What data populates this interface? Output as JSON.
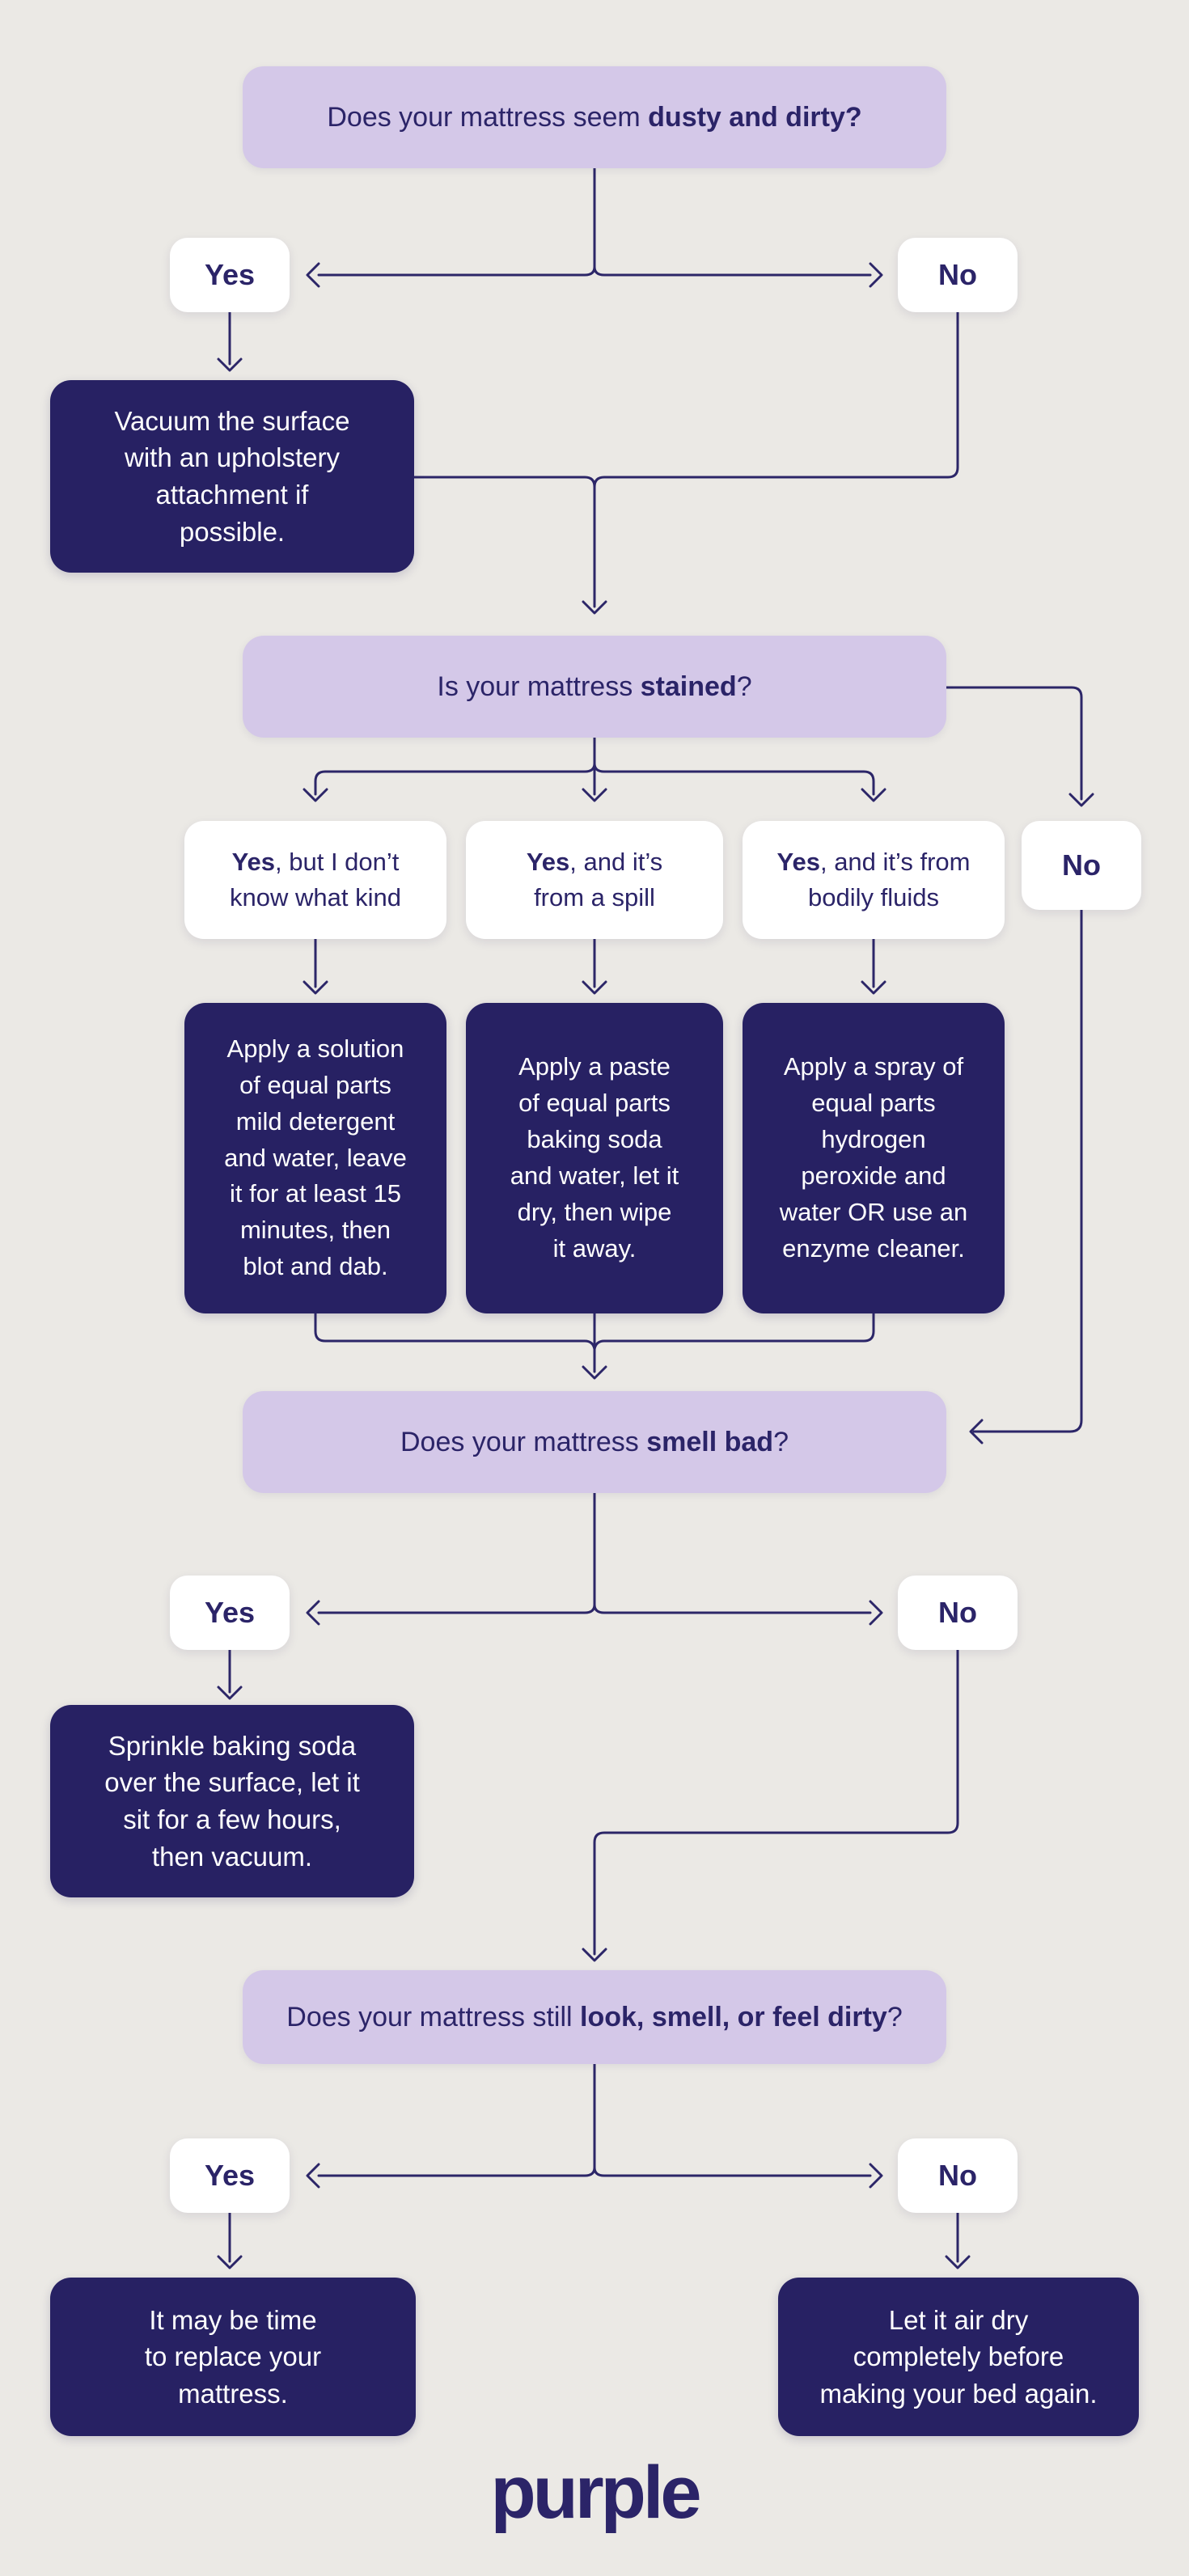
{
  "colors": {
    "background": "#ebe9e5",
    "question_fill": "#d4c8e8",
    "action_fill": "#272163",
    "option_fill": "#ffffff",
    "ink": "#2b2468",
    "action_text": "#ffffff"
  },
  "logo": "purple",
  "nodes": {
    "q_dusty": {
      "pre": "Does your mattress seem ",
      "bold": "dusty and dirty?",
      "post": ""
    },
    "yes1": "Yes",
    "no1": "No",
    "vacuum": "Vacuum the surface\nwith an upholstery\nattachment if\npossible.",
    "q_stained": {
      "pre": "Is your mattress ",
      "bold": "stained",
      "post": "?"
    },
    "opt_unknown": {
      "bold": "Yes",
      "rest": ", but I don’t\nknow what kind"
    },
    "opt_spill": {
      "bold": "Yes",
      "rest": ", and it’s\nfrom a spill"
    },
    "opt_fluids": {
      "bold": "Yes",
      "rest": ", and it’s from\nbodily fluids"
    },
    "opt_no_stain": "No",
    "act_detergent": "Apply a solution\nof equal parts\nmild detergent\nand water, leave\nit for at least 15\nminutes, then\nblot and dab.",
    "act_paste": "Apply a paste\nof equal parts\nbaking soda\nand water, let it\ndry, then wipe\nit away.",
    "act_peroxide": "Apply a spray of\nequal parts\nhydrogen\nperoxide and\nwater OR use an\nenzyme cleaner.",
    "q_smell": {
      "pre": "Does your mattress ",
      "bold": "smell bad",
      "post": "?"
    },
    "yes2": "Yes",
    "no2": "No",
    "act_sprinkle": "Sprinkle baking soda\nover the surface, let it\nsit for a few hours,\nthen vacuum.",
    "q_dirty": {
      "pre": "Does your mattress still ",
      "bold": "look, smell, or feel dirty",
      "post": "?"
    },
    "yes3": "Yes",
    "no3": "No",
    "act_replace": "It may be time\nto replace your\nmattress.",
    "act_airdry": "Let it air dry\ncompletely before\nmaking your bed again."
  }
}
